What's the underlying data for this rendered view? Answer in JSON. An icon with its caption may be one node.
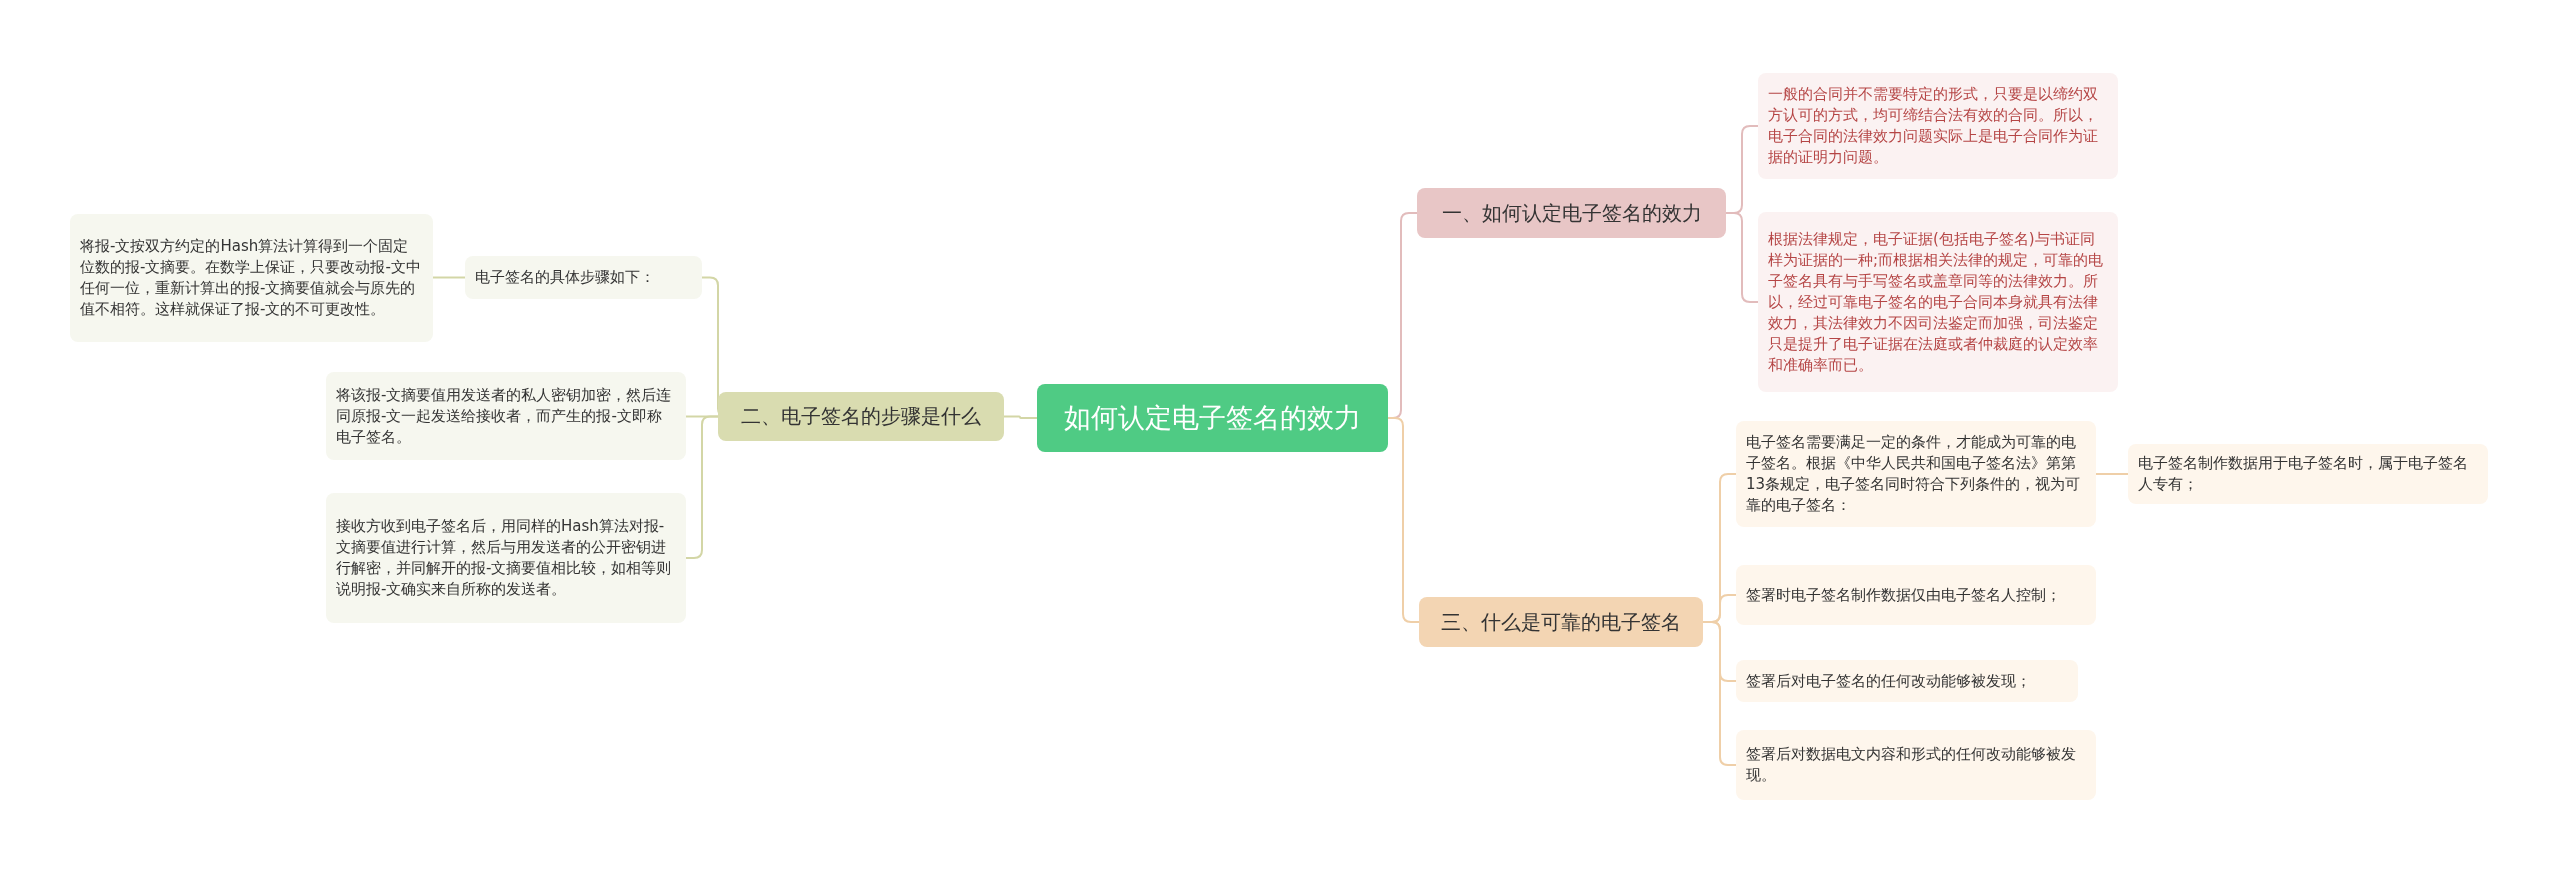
{
  "diagram": {
    "nodes": [
      {
        "text": [
          "如何认定电子签名的效力"
        ]
      },
      {
        "text": [
          "一、如何认定电子签名的效力"
        ]
      },
      {
        "text": [
          "一般的合同并不需要特定的形式，只要是以缔约双方认可的方式，均可缔结合法有效的合同。所以，电子合同的法律效力问题实际上是电子合同作为证据的证明力问题。"
        ]
      },
      {
        "text": [
          "根据法律规定，电子证据(包括电子签名)与书证同样为证据的一种;而根据相关法律的规定，可靠的电子签名具有与手写签名或盖章同等的法律效力。所以，经过可靠电子签名的电子合同本身就具有法律效力，其法律效力不因司法鉴定而加强，司法鉴定只是提升了电子证据在法庭或者仲裁庭的认定效率和准确率而已。"
        ]
      },
      {
        "text": [
          "二、电子签名的步骤是什么"
        ]
      },
      {
        "text": [
          "电子签名的具体步骤如下："
        ]
      },
      {
        "text": [
          "将报-文按双方约定的Hash算法计算得到一个固定位数的报-文摘要。在数学上保证，只要改动报-文中任何一位，重新计算出的报-文摘要值就会与原先的值不相符。这样就保证了报-文的不可更改性。"
        ]
      },
      {
        "text": [
          "将该报-文摘要值用发送者的私人密钥加密，然后连同原报-文一起发送给接收者，而产生的报-文即称电子签名。"
        ]
      },
      {
        "text": [
          "接收方收到电子签名后，用同样的Hash算法对报-文摘要值进行计算，然后与用发送者的公开密钥进行解密，并同解开的报-文摘要值相比较，如相等则说明报-文确实来自所称的发送者。"
        ]
      },
      {
        "text": [
          "三、什么是可靠的电子签名"
        ]
      },
      {
        "text": [
          "电子签名需要满足一定的条件，才能成为可靠的电子签名。根据《中华人民共和国电子签名法》第第13条规定，电子签名同时符合下列条件的，视为可靠的电子签名："
        ]
      },
      {
        "text": [
          "电子签名制作数据用于电子签名时，属于电子签名人专有；"
        ]
      },
      {
        "text": [
          "签署时电子签名制作数据仅由电子签名人控制；"
        ]
      },
      {
        "text": [
          "签署后对电子签名的任何改动能够被发现；"
        ]
      },
      {
        "text": [
          "签署后对数据电文内容和形式的任何改动能够被发现。"
        ]
      }
    ],
    "edges": [
      {
        "from": 0,
        "to": 1,
        "arrow": "none",
        "color": "#e2bcbc"
      },
      {
        "from": 1,
        "to": 2,
        "arrow": "none",
        "color": "#e2bcbc"
      },
      {
        "from": 1,
        "to": 3,
        "arrow": "none",
        "color": "#e2bcbc"
      },
      {
        "from": 0,
        "to": 4,
        "arrow": "none",
        "color": "#d3d6a6"
      },
      {
        "from": 4,
        "to": 5,
        "arrow": "none",
        "color": "#d3d6a6"
      },
      {
        "from": 5,
        "to": 6,
        "arrow": "none",
        "color": "#d3d6a6"
      },
      {
        "from": 4,
        "to": 7,
        "arrow": "none",
        "color": "#d3d6a6"
      },
      {
        "from": 4,
        "to": 8,
        "arrow": "none",
        "color": "#d3d6a6"
      },
      {
        "from": 0,
        "to": 9,
        "arrow": "none"
      },
      {
        "from": 9,
        "to": 10,
        "arrow": "none"
      },
      {
        "from": 10,
        "to": 11,
        "arrow": "none"
      },
      {
        "from": 9,
        "to": 12,
        "arrow": "none"
      },
      {
        "from": 9,
        "to": 13,
        "arrow": "none"
      },
      {
        "from": 9,
        "to": 14,
        "arrow": "none"
      }
    ]
  }
}
